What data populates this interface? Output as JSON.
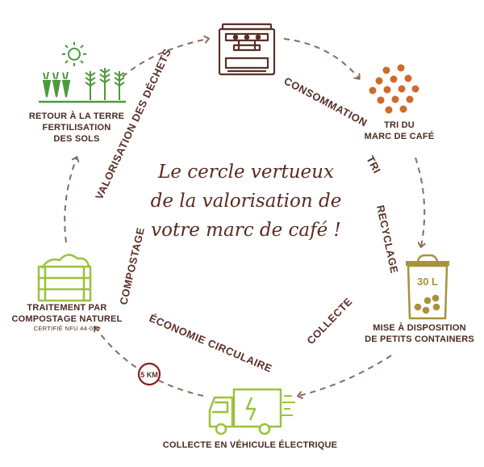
{
  "title_lines": [
    "Le cercle vertueux",
    "de la valorisation de",
    "votre marc de café !"
  ],
  "nodes": {
    "retour": [
      "RETOUR À LA TERRE",
      "FERTILISATION",
      "DES SOLS"
    ],
    "tri": [
      "TRI DU",
      "MARC DE CAFÉ"
    ],
    "mise": [
      "MISE À DISPOSITION",
      "DE PETITS CONTAINERS"
    ],
    "collecte": "COLLECTE EN VÉHICULE ÉLECTRIQUE",
    "traitement": [
      "TRAITEMENT PAR",
      "COMPOSTAGE NATUREL"
    ],
    "certif": "CERTIFIÉ NFU 44-051"
  },
  "arc_labels": {
    "consommation": "CONSOMMATION",
    "tri": "TRI",
    "recyclage": "RECYCLAGE",
    "collecte": "COLLECTE",
    "economie": "ÉCONOMIE CIRCULAIRE",
    "compostage": "COMPOSTAGE",
    "valorisation": "VALORISATION DES DÉCHETS"
  },
  "container_label": "30 L",
  "distance_badge": "5 KM",
  "colors": {
    "brown": "#5a2f26",
    "green": "#4d9a3c",
    "lime": "#9bc23c",
    "orange": "#cf6a2a",
    "khaki": "#a8923a",
    "dash": "#8a6a5c"
  }
}
